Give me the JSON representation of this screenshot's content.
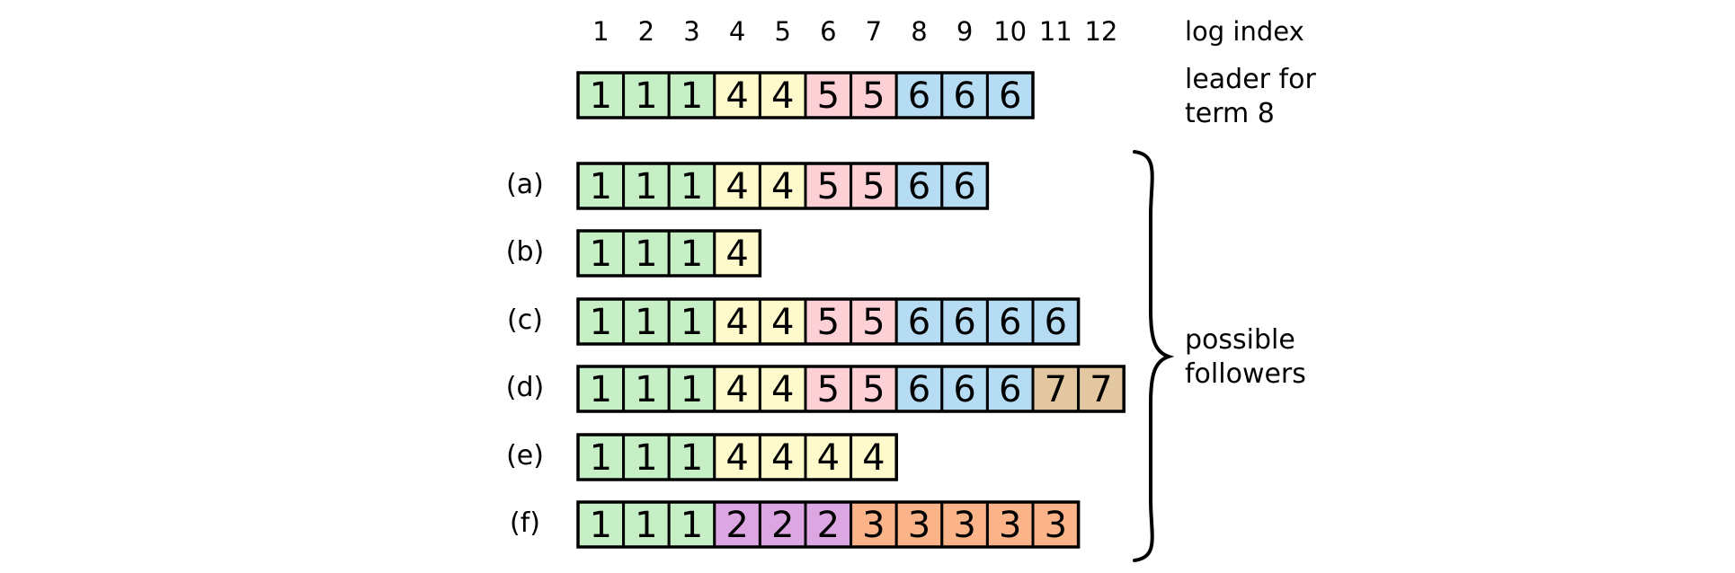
{
  "log_index_label": "log index",
  "indices": [
    "1",
    "2",
    "3",
    "4",
    "5",
    "6",
    "7",
    "8",
    "9",
    "10",
    "11",
    "12"
  ],
  "leader_label": [
    "leader for",
    "term 8"
  ],
  "followers_label": [
    "possible",
    "followers"
  ],
  "term_colors": {
    "1": "#c6efc6",
    "2": "#dca6e2",
    "3": "#fbb48a",
    "4": "#fffacc",
    "5": "#fdd0d6",
    "6": "#b5dcf3",
    "7": "#e2c7a1"
  },
  "leader_log": [
    "1",
    "1",
    "1",
    "4",
    "4",
    "5",
    "5",
    "6",
    "6",
    "6"
  ],
  "followers": [
    {
      "label": "(a)",
      "log": [
        "1",
        "1",
        "1",
        "4",
        "4",
        "5",
        "5",
        "6",
        "6"
      ]
    },
    {
      "label": "(b)",
      "log": [
        "1",
        "1",
        "1",
        "4"
      ]
    },
    {
      "label": "(c)",
      "log": [
        "1",
        "1",
        "1",
        "4",
        "4",
        "5",
        "5",
        "6",
        "6",
        "6",
        "6"
      ]
    },
    {
      "label": "(d)",
      "log": [
        "1",
        "1",
        "1",
        "4",
        "4",
        "5",
        "5",
        "6",
        "6",
        "6",
        "7",
        "7"
      ]
    },
    {
      "label": "(e)",
      "log": [
        "1",
        "1",
        "1",
        "4",
        "4",
        "4",
        "4"
      ]
    },
    {
      "label": "(f)",
      "log": [
        "1",
        "1",
        "1",
        "2",
        "2",
        "2",
        "3",
        "3",
        "3",
        "3",
        "3"
      ]
    }
  ]
}
